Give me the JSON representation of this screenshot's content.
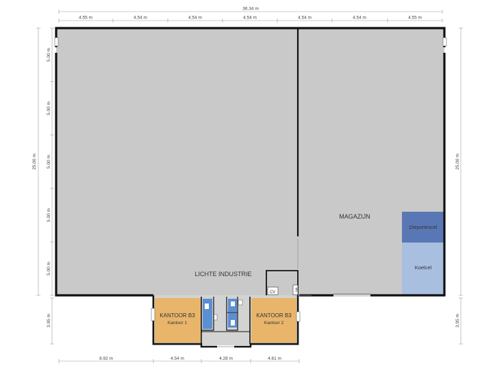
{
  "rooms": {
    "lichte_industrie": "LICHTE INDUSTRIE",
    "magazijn": "MAGAZIJN",
    "diepvriescel": "Diepvriescel",
    "koelcel": "Koelcel",
    "kantoor_left_title": "KANTOOR B3",
    "kantoor_left_sub": "Kantoor 1",
    "kantoor_right_title": "KANTOOR B3",
    "kantoor_right_sub": "Kantoor 2",
    "cv": "CV",
    "mk": "MK"
  },
  "dimensions": {
    "total_width": "36.34 m",
    "top_segments": [
      "4.55 m",
      "4.54 m",
      "4.54 m",
      "4.54 m",
      "4.54 m",
      "4.54 m",
      "4.55 m"
    ],
    "left_total": "25.00 m",
    "left_segments": [
      "5.00 m",
      "5.00 m",
      "5.00 m",
      "5.00 m",
      "5.00 m"
    ],
    "right_total": "25.00 m",
    "annex_left": "3.95 m",
    "annex_right": "3.95 m",
    "bottom_segments": [
      "8.92 m",
      "4.54 m",
      "4.28 m",
      "4.61 m"
    ]
  },
  "colors": {
    "hall": "#c9c9c9",
    "office": "#e8b56a",
    "bathroom": "#5b8fd4",
    "diepvries": "#5a77b5",
    "koel": "#a9bfe0",
    "wall": "#111111"
  }
}
